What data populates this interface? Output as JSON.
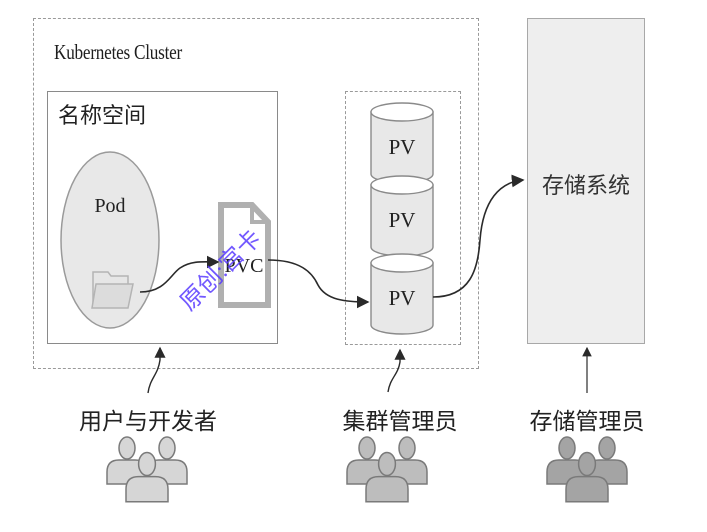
{
  "diagram": {
    "cluster": {
      "label": "Kubernetes Cluster"
    },
    "namespace": {
      "label": "名称空间"
    },
    "pod": {
      "label": "Pod",
      "icon": "folder-icon"
    },
    "pvc": {
      "label": "PVC",
      "icon": "document-icon"
    },
    "pv_pool": {
      "volumes": [
        {
          "label": "PV"
        },
        {
          "label": "PV"
        },
        {
          "label": "PV"
        }
      ]
    },
    "storage_system": {
      "label": "存储系统"
    },
    "roles": [
      {
        "label": "用户与开发者",
        "icon": "user-group-icon",
        "color": "#d6d6d6"
      },
      {
        "label": "集群管理员",
        "icon": "user-group-icon",
        "color": "#bdbdbd"
      },
      {
        "label": "存储管理员",
        "icon": "user-group-icon",
        "color": "#a4a4a4"
      }
    ],
    "connections": [
      {
        "from": "pod",
        "to": "pvc"
      },
      {
        "from": "pvc",
        "to": "pv"
      },
      {
        "from": "pv",
        "to": "storage_system"
      },
      {
        "from": "用户与开发者",
        "to": "namespace"
      },
      {
        "from": "集群管理员",
        "to": "pv_pool"
      },
      {
        "from": "存储管理员",
        "to": "storage_system"
      }
    ],
    "watermark": "原创:宫卡"
  },
  "colors": {
    "box_fill": "#eeeeee",
    "shape_fill": "#e8e8e8",
    "stroke": "#8a8a8a",
    "arrow": "#2a2a2a",
    "watermark": "#5a3cff"
  }
}
